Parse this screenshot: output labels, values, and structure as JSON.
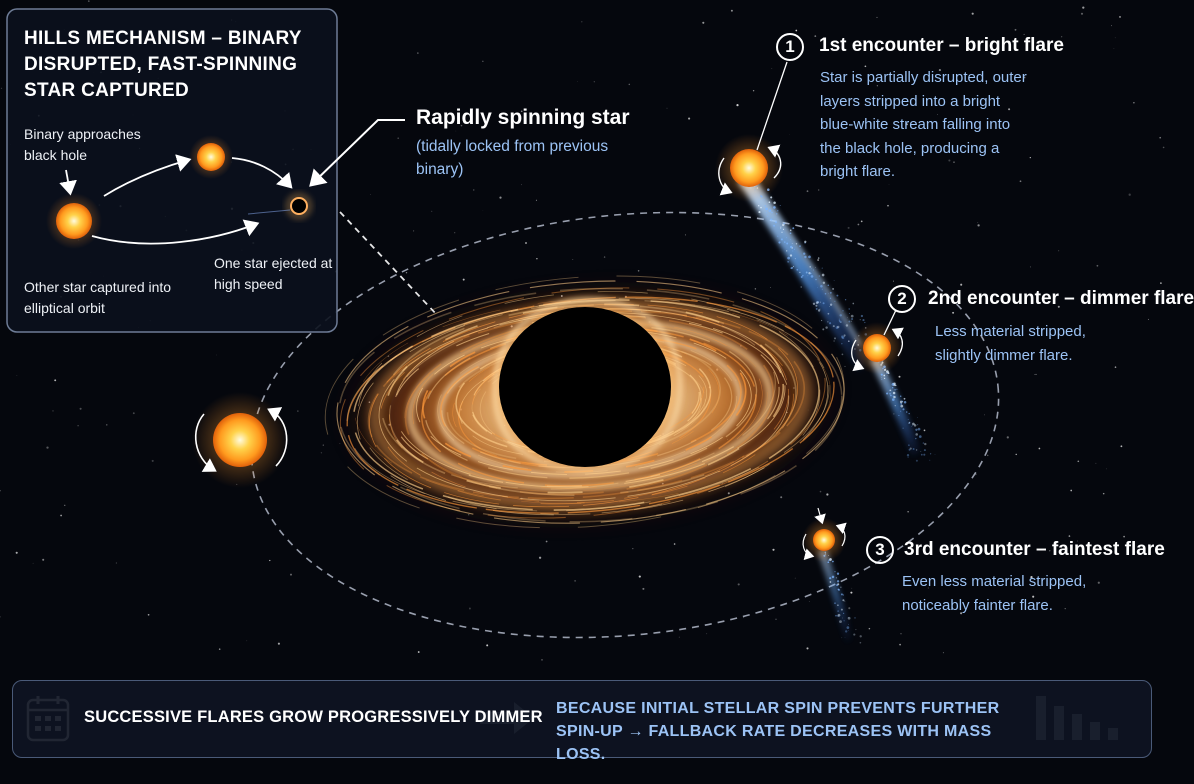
{
  "inset": {
    "title": "HILLS MECHANISM – BINARY DISRUPTED, FAST-SPINNING STAR CAPTURED",
    "label_approach": "Binary approaches black hole",
    "label_ejected": "One star ejected at high speed",
    "label_captured": "Other star captured into elliptical orbit"
  },
  "spin_callout": {
    "title": "Rapidly spinning star",
    "subtitle": "(tidally locked from previous binary)"
  },
  "encounters": [
    {
      "number": "1",
      "title": "1st encounter – bright flare",
      "description": "Star is partially disrupted, outer layers stripped into a bright blue-white stream falling into the black hole, producing a bright flare."
    },
    {
      "number": "2",
      "title": "2nd encounter – dimmer flare",
      "description": "Less material stripped, slightly dimmer flare."
    },
    {
      "number": "3",
      "title": "3rd encounter – faintest flare",
      "description": "Even less material stripped, noticeably fainter flare."
    }
  ],
  "bottom_bar": {
    "left_text": "SUCCESSIVE FLARES GROW PROGRESSIVELY DIMMER",
    "right_text": "BECAUSE INITIAL STELLAR SPIN PREVENTS FURTHER SPIN-UP → FALLBACK RATE DECREASES WITH MASS LOSS."
  },
  "colors": {
    "background": "#05070d",
    "accent_blue": "#9cc3f5",
    "accretion_orange": "#ff9a3c",
    "star_yellow": "#ffd24a"
  },
  "icons": [
    "calendar-icon",
    "arrow-right-icon",
    "bar-chart-icon"
  ]
}
